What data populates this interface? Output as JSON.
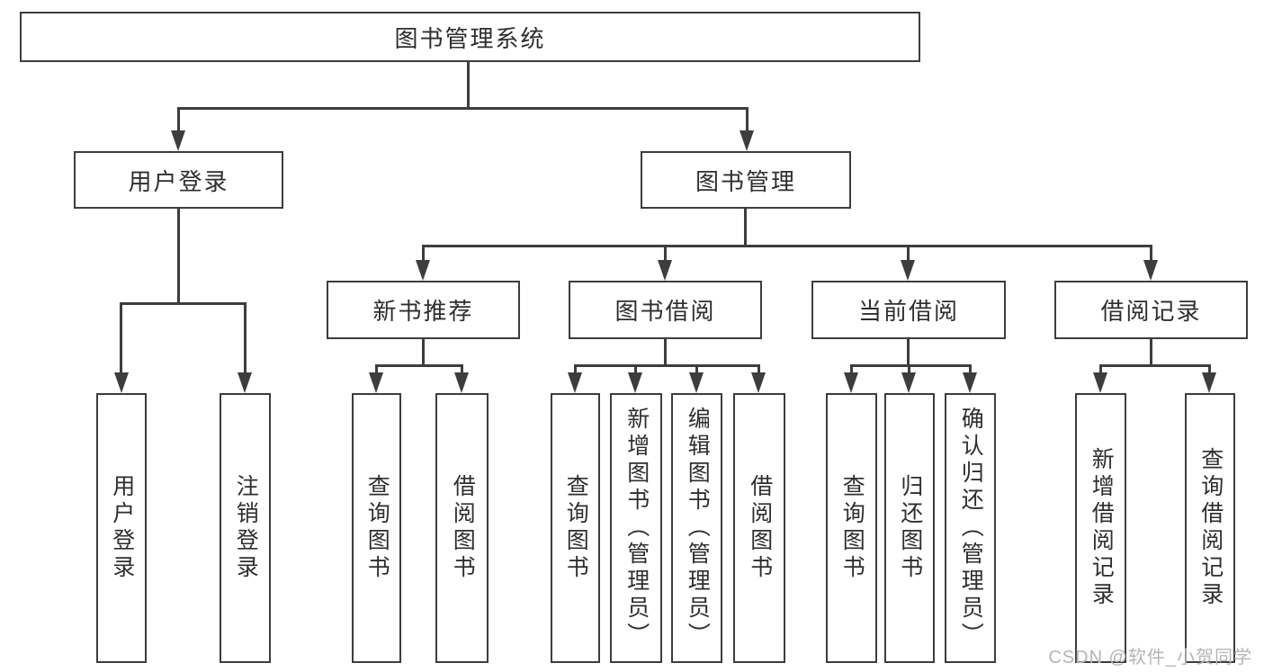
{
  "diagram": {
    "root": {
      "label": "图书管理系统"
    },
    "level2": [
      {
        "label": "用户登录"
      },
      {
        "label": "图书管理"
      }
    ],
    "level3": [
      {
        "label": "新书推荐"
      },
      {
        "label": "图书借阅"
      },
      {
        "label": "当前借阅"
      },
      {
        "label": "借阅记录"
      }
    ],
    "leaves": [
      {
        "parent": "用户登录",
        "label": "用户登录"
      },
      {
        "parent": "用户登录",
        "label": "注销登录"
      },
      {
        "parent": "新书推荐",
        "label": "查询图书"
      },
      {
        "parent": "新书推荐",
        "label": "借阅图书"
      },
      {
        "parent": "图书借阅",
        "label": "查询图书"
      },
      {
        "parent": "图书借阅",
        "label": "新增图书（管理员）"
      },
      {
        "parent": "图书借阅",
        "label": "编辑图书（管理员）"
      },
      {
        "parent": "图书借阅",
        "label": "借阅图书"
      },
      {
        "parent": "当前借阅",
        "label": "查询图书"
      },
      {
        "parent": "当前借阅",
        "label": "归还图书"
      },
      {
        "parent": "当前借阅",
        "label": "确认归还（管理员）"
      },
      {
        "parent": "借阅记录",
        "label": "新增借阅记录"
      },
      {
        "parent": "借阅记录",
        "label": "查询借阅记录"
      }
    ]
  },
  "watermark": "CSDN @软件_小贺同学",
  "colors": {
    "line": "#3d3d3d",
    "text": "#2e2e2e",
    "watermark": "#b5b5b5",
    "background": "#ffffff"
  }
}
